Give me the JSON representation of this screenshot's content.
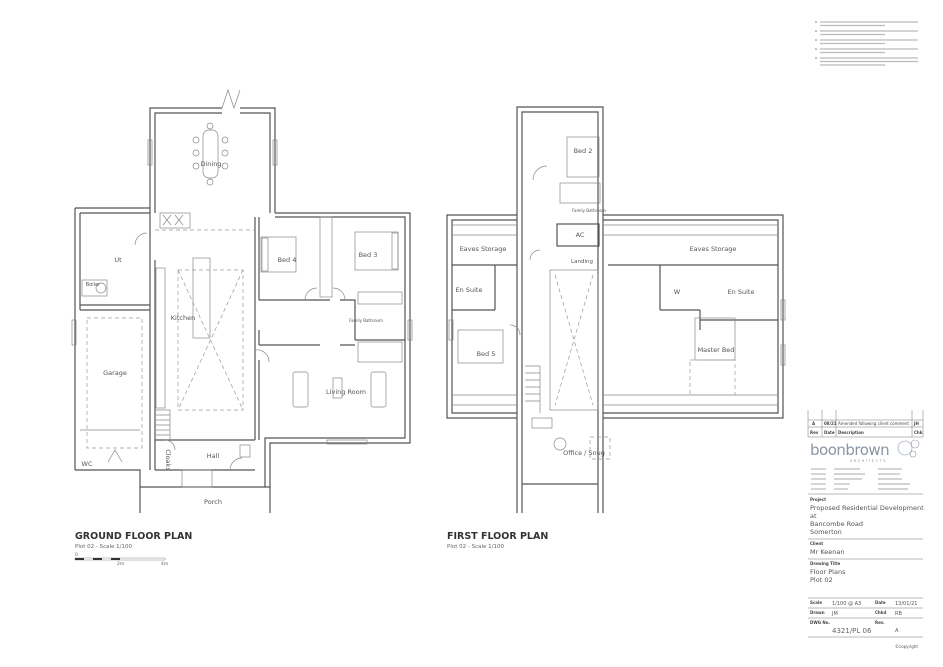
{
  "notes": {
    "bullet_count": 5
  },
  "ground_floor": {
    "title": "GROUND FLOOR PLAN",
    "subtitle": "Plot 02 - Scale 1/100",
    "scale_bar": {
      "start": "0",
      "mid": "2m",
      "end": "4m"
    },
    "rooms": {
      "dining": "Dining",
      "utility": "Ut",
      "boiler": "Boiler",
      "kitchen": "Kitchen",
      "bed4": "Bed 4",
      "bed3": "Bed 3",
      "family_bathroom": "Family Bathroom",
      "garage": "Garage",
      "living_room": "Living Room",
      "wc": "WC",
      "cloaks": "Cloaks",
      "hall": "Hall",
      "porch": "Porch"
    }
  },
  "first_floor": {
    "title": "FIRST FLOOR PLAN",
    "subtitle": "Plot 02 - Scale 1/100",
    "rooms": {
      "bed2": "Bed 2",
      "family_bathroom": "Family Bathroom",
      "ac": "AC",
      "landing": "Landing",
      "eaves_left": "Eaves Storage",
      "eaves_right": "Eaves Storage",
      "ensuite_left": "En Suite",
      "wardrobe": "W",
      "ensuite_right": "En Suite",
      "bed5": "Bed 5",
      "master_bed": "Master Bed",
      "office_snug": "Office / Snug"
    }
  },
  "title_block": {
    "revision": {
      "rev": "A",
      "date": "08/21",
      "description": "Amended following client comment",
      "chk": "JH"
    },
    "revision_headers": {
      "rev": "Rev",
      "date": "Date",
      "description": "Description",
      "chk": "Chk"
    },
    "logo_main": "boonbrown",
    "logo_sub": "ARCHITECTS",
    "project_label": "Project",
    "project_lines": [
      "Proposed Residential Development",
      "at",
      "Bancombe Road",
      "Somerton"
    ],
    "client_label": "Client",
    "client": "Mr Keenan",
    "drawing_title_label": "Drawing Title",
    "drawing_title_lines": [
      "Floor Plans",
      "Plot 02"
    ],
    "scale_label": "Scale",
    "scale": "1/100 @ A3",
    "date_label": "Date",
    "date": "13/01/21",
    "drawn_label": "Drawn",
    "drawn": "JM",
    "chkd_label": "Chkd",
    "chkd": "RB",
    "dwg_label": "DWG No.",
    "dwg": "4321/PL 06",
    "rev_label": "Rev.",
    "rev": "A",
    "copyright": "©copyright"
  }
}
